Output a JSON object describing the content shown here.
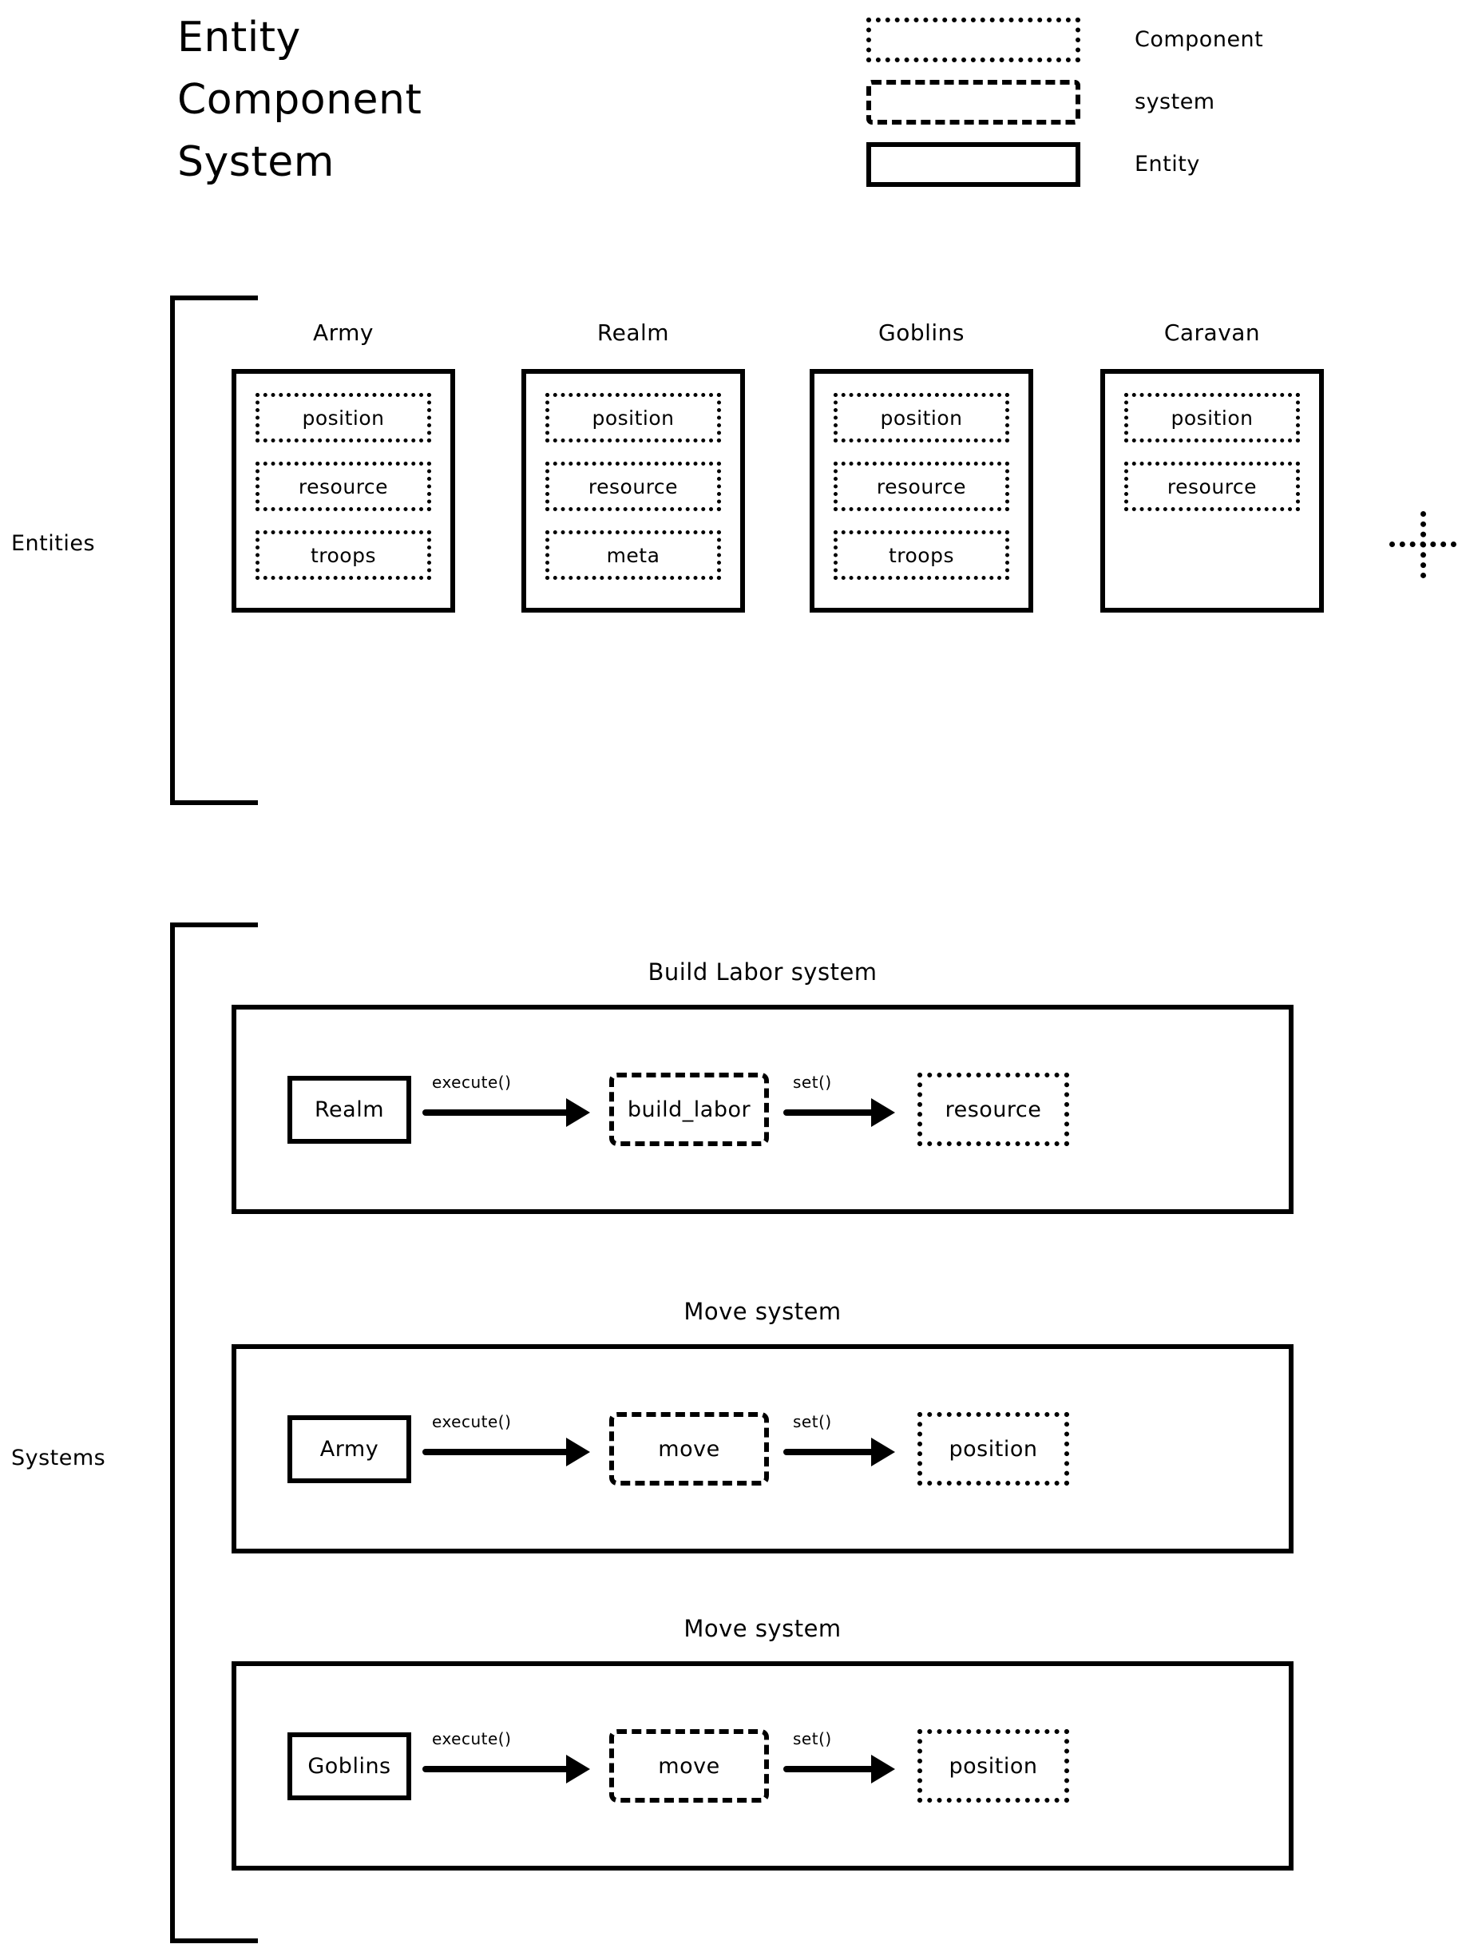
{
  "title": {
    "line1": "Entity",
    "line2": "Component",
    "line3": "System"
  },
  "legend": {
    "items": [
      {
        "label": "Component",
        "style": "dotted",
        "icon": "dotted-rectangle-icon"
      },
      {
        "label": "system",
        "style": "dashed",
        "icon": "dashed-rounded-rectangle-icon"
      },
      {
        "label": "Entity",
        "style": "solid",
        "icon": "solid-rectangle-icon"
      }
    ]
  },
  "entities_section": {
    "label": "Entities",
    "more_icon": "dotted-plus-icon",
    "entities": [
      {
        "name": "Army",
        "components": [
          "position",
          "resource",
          "troops"
        ]
      },
      {
        "name": "Realm",
        "components": [
          "position",
          "resource",
          "meta"
        ]
      },
      {
        "name": "Goblins",
        "components": [
          "position",
          "resource",
          "troops"
        ]
      },
      {
        "name": "Caravan",
        "components": [
          "position",
          "resource"
        ]
      }
    ]
  },
  "systems_section": {
    "label": "Systems",
    "systems": [
      {
        "title": "Build Labor system",
        "entity": "Realm",
        "execute_label": "execute()",
        "system": "build_labor",
        "set_label": "set()",
        "component": "resource"
      },
      {
        "title": "Move system",
        "entity": "Army",
        "execute_label": "execute()",
        "system": "move",
        "set_label": "set()",
        "component": "position"
      },
      {
        "title": "Move system",
        "entity": "Goblins",
        "execute_label": "execute()",
        "system": "move",
        "set_label": "set()",
        "component": "position"
      }
    ]
  },
  "colors": {
    "ink": "#000000",
    "background": "#ffffff"
  }
}
